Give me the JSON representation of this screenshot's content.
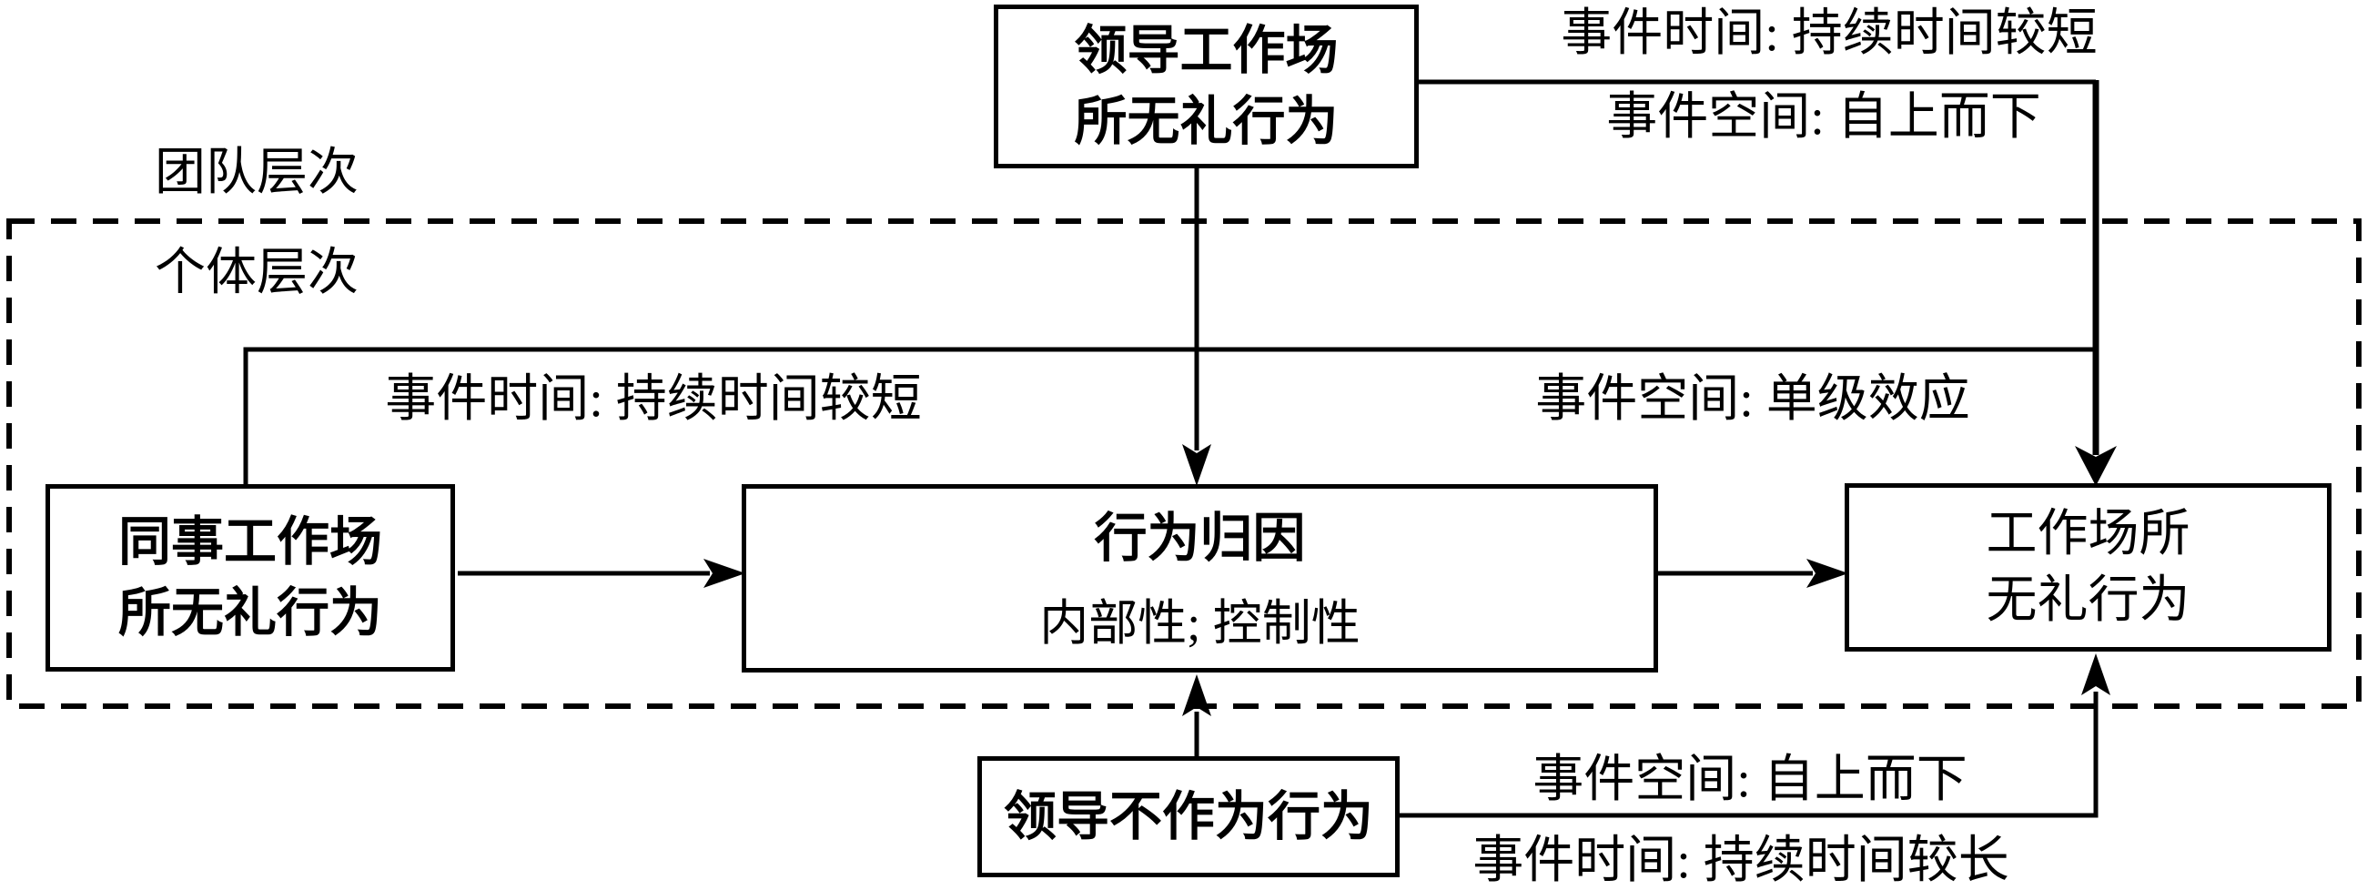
{
  "diagram": {
    "boxes": {
      "leader_incivility": {
        "line1": "领导工作场",
        "line2": "所无礼行为"
      },
      "coworker_incivility": {
        "line1": "同事工作场",
        "line2": "所无礼行为"
      },
      "attribution": {
        "line1": "行为归因",
        "line2": "内部性; 控制性"
      },
      "workplace_incivility": {
        "line1": "工作场所",
        "line2": "无礼行为"
      },
      "leader_inaction": {
        "label": "领导不作为行为"
      }
    },
    "labels": {
      "team_level": "团队层次",
      "individual_level": "个体层次",
      "top_time": "事件时间: 持续时间较短",
      "top_space": "事件空间: 自上而下",
      "mid_time": "事件时间: 持续时间较短",
      "mid_space": "事件空间: 单级效应",
      "bottom_space": "事件空间: 自上而下",
      "bottom_time": "事件时间: 持续时间较长"
    },
    "colors": {
      "ink": "#000000",
      "paper": "#ffffff"
    }
  }
}
